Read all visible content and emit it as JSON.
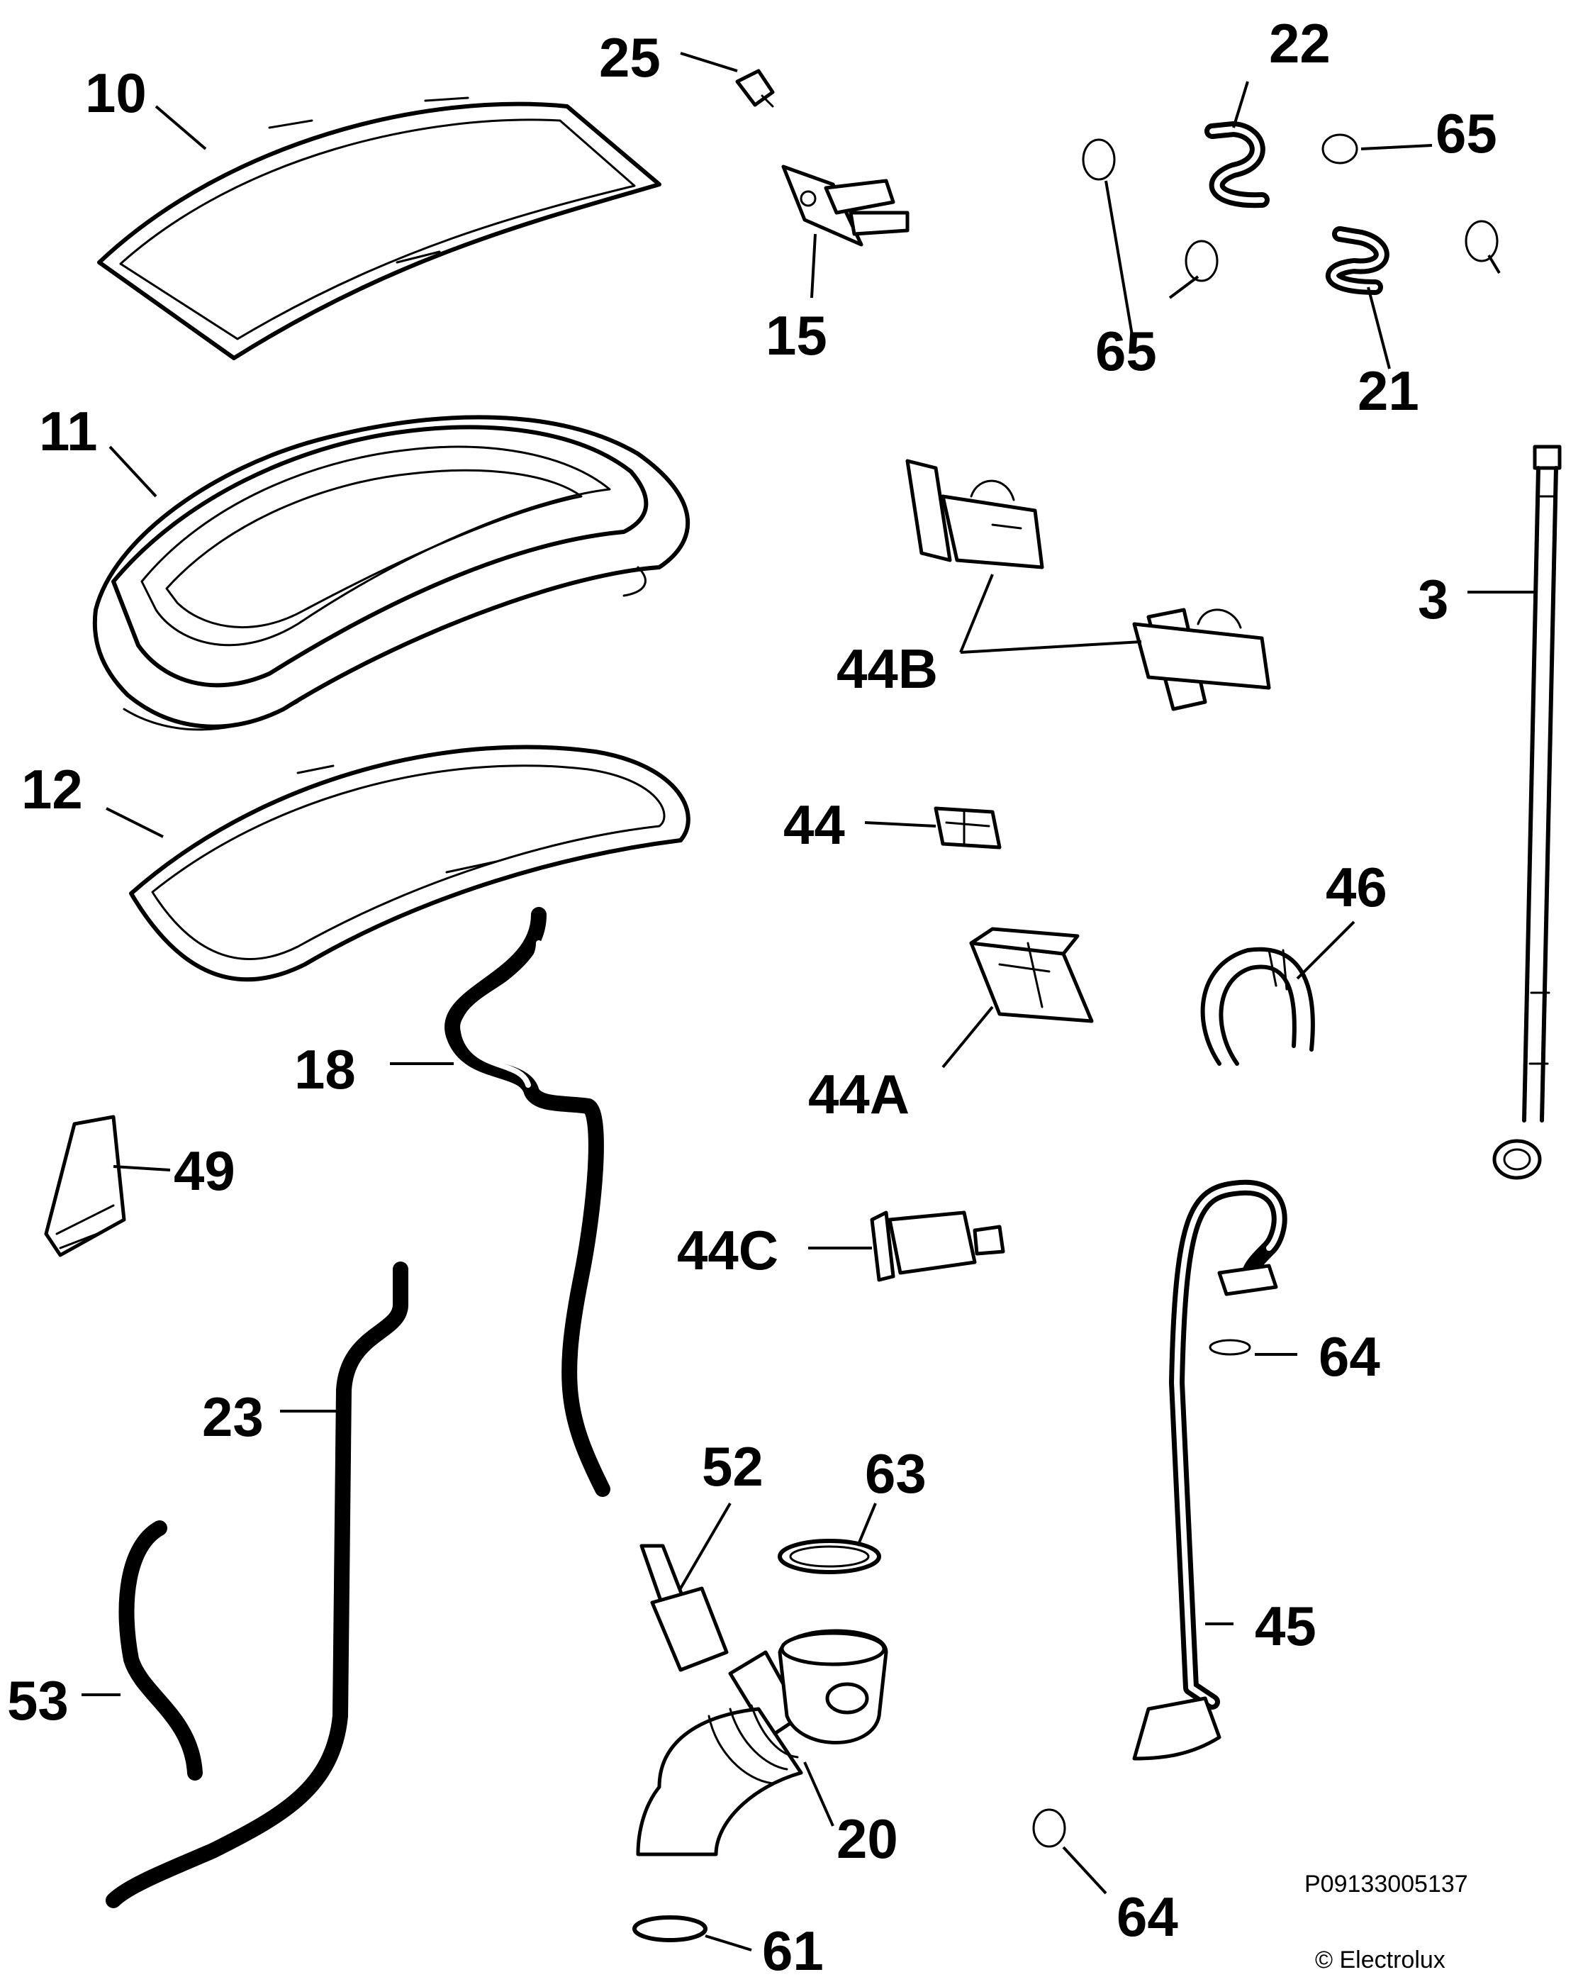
{
  "diagram": {
    "callouts": [
      "10",
      "25",
      "22",
      "65",
      "15",
      "65",
      "21",
      "11",
      "3",
      "44B",
      "12",
      "44",
      "46",
      "18",
      "44A",
      "49",
      "44C",
      "64",
      "23",
      "52",
      "63",
      "45",
      "53",
      "20",
      "64",
      "61"
    ],
    "part_number": "P09133005137",
    "copyright": "© Electrolux"
  }
}
